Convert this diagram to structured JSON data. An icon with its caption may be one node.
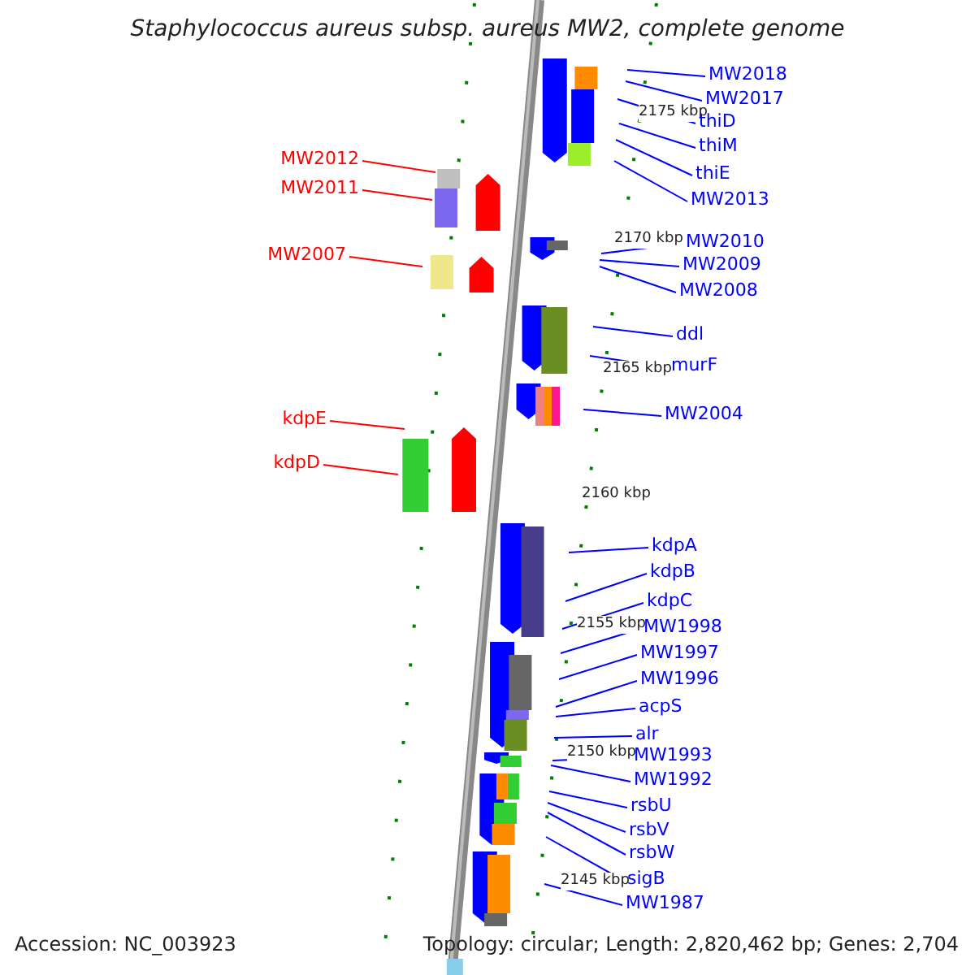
{
  "diagram": {
    "title": "Staphylococcus aureus subsp. aureus MW2, complete genome",
    "nodes": [
      {
        "text": [
          "MW2018"
        ]
      },
      {
        "text": [
          "MW2017"
        ]
      },
      {
        "text": [
          "thiD"
        ]
      },
      {
        "text": [
          "thiM"
        ]
      },
      {
        "text": [
          "MW2012"
        ]
      },
      {
        "text": [
          "thiE"
        ]
      },
      {
        "text": [
          "MW2011"
        ]
      },
      {
        "text": [
          "MW2013"
        ]
      },
      {
        "text": [
          "MW2010"
        ]
      },
      {
        "text": [
          "MW2007"
        ]
      },
      {
        "text": [
          "MW2009"
        ]
      },
      {
        "text": [
          "MW2008"
        ]
      },
      {
        "text": [
          "ddl"
        ]
      },
      {
        "text": [
          "murF"
        ]
      },
      {
        "text": [
          "MW2004"
        ]
      },
      {
        "text": [
          "kdpE"
        ]
      },
      {
        "text": [
          "kdpD"
        ]
      },
      {
        "text": [
          "kdpA"
        ]
      },
      {
        "text": [
          "kdpB"
        ]
      },
      {
        "text": [
          "kdpC"
        ]
      },
      {
        "text": [
          "MW1998"
        ]
      },
      {
        "text": [
          "MW1997"
        ]
      },
      {
        "text": [
          "MW1996"
        ]
      },
      {
        "text": [
          "acpS"
        ]
      },
      {
        "text": [
          "alr"
        ]
      },
      {
        "text": [
          "MW1993"
        ]
      },
      {
        "text": [
          "MW1992"
        ]
      },
      {
        "text": [
          "rsbU"
        ]
      },
      {
        "text": [
          "rsbV"
        ]
      },
      {
        "text": [
          "rsbW"
        ]
      },
      {
        "text": [
          "sigB"
        ]
      },
      {
        "text": [
          "MW1987"
        ]
      }
    ],
    "edges": [
      {
        "from": 0,
        "to": null,
        "arrow": "none"
      },
      {
        "from": 1,
        "to": null,
        "arrow": "none"
      },
      {
        "from": 2,
        "to": null,
        "arrow": "none"
      },
      {
        "from": 3,
        "to": null,
        "arrow": "none"
      },
      {
        "from": 4,
        "to": null,
        "arrow": "none",
        "color": "#ff0000"
      },
      {
        "from": 5,
        "to": null,
        "arrow": "none"
      },
      {
        "from": 6,
        "to": null,
        "arrow": "none",
        "color": "#ff0000"
      },
      {
        "from": 7,
        "to": null,
        "arrow": "none"
      },
      {
        "from": 8,
        "to": null,
        "arrow": "none"
      },
      {
        "from": 9,
        "to": null,
        "arrow": "none",
        "color": "#ff0000"
      },
      {
        "from": 10,
        "to": null,
        "arrow": "none"
      },
      {
        "from": 11,
        "to": null,
        "arrow": "none"
      },
      {
        "from": 12,
        "to": null,
        "arrow": "none"
      },
      {
        "from": 13,
        "to": null,
        "arrow": "none"
      },
      {
        "from": 14,
        "to": null,
        "arrow": "none"
      },
      {
        "from": 15,
        "to": null,
        "arrow": "none",
        "color": "#ff0000"
      },
      {
        "from": 16,
        "to": null,
        "arrow": "none",
        "color": "#ff0000"
      },
      {
        "from": 17,
        "to": null,
        "arrow": "none"
      },
      {
        "from": 18,
        "to": null,
        "arrow": "none"
      },
      {
        "from": 19,
        "to": null,
        "arrow": "none"
      },
      {
        "from": 20,
        "to": null,
        "arrow": "none"
      },
      {
        "from": 21,
        "to": null,
        "arrow": "none"
      },
      {
        "from": 22,
        "to": null,
        "arrow": "none"
      },
      {
        "from": 23,
        "to": null,
        "arrow": "none"
      },
      {
        "from": 24,
        "to": null,
        "arrow": "none"
      },
      {
        "from": 25,
        "to": null,
        "arrow": "none"
      },
      {
        "from": 26,
        "to": null,
        "arrow": "none"
      },
      {
        "from": 27,
        "to": null,
        "arrow": "none"
      },
      {
        "from": 28,
        "to": null,
        "arrow": "none"
      },
      {
        "from": 29,
        "to": null,
        "arrow": "none"
      },
      {
        "from": 30,
        "to": null,
        "arrow": "none"
      },
      {
        "from": 31,
        "to": null,
        "arrow": "none"
      }
    ],
    "labels": [
      "2175 kbp",
      "2170 kbp",
      "2165 kbp",
      "2160 kbp",
      "2155 kbp",
      "2150 kbp",
      "2145 kbp",
      "Accession: NC_003923",
      "Topology: circular; Length: 2,820,462 bp; Genes: 2,704"
    ]
  }
}
